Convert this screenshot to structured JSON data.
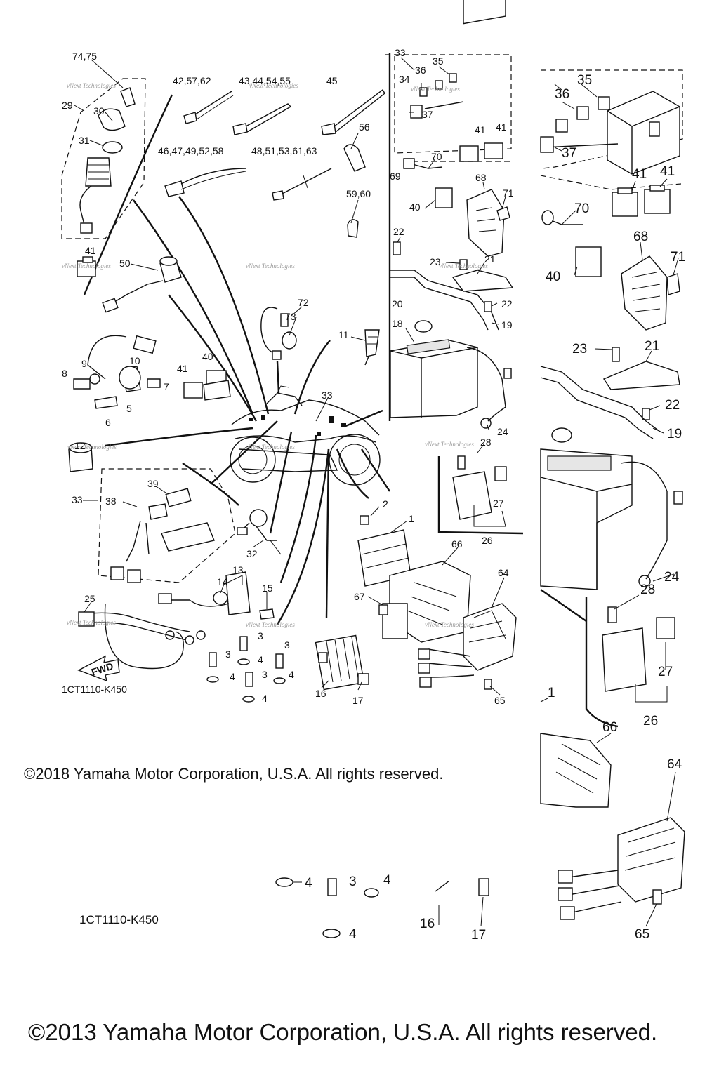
{
  "diagram": {
    "drawing_code": "1CT1110-K450",
    "fwd_label": "FWD",
    "watermark": "vNext Technologies",
    "copyright_2018": "©2018 Yamaha Motor Corporation, U.S.A. All rights reserved.",
    "copyright_2013": "©2013 Yamaha Motor Corporation, U.S.A. All rights reserved.",
    "labels": {
      "l7475": "74,75",
      "l29": "29",
      "l30": "30",
      "l31": "31",
      "l41a": "41",
      "l50": "50",
      "l42": "42,57,62",
      "l43": "43,44,54,55",
      "l45": "45",
      "l46": "46,47,49,52,58",
      "l48": "48,51,53,61,63",
      "l56": "56",
      "l5960": "59,60",
      "l33a": "33",
      "l34": "34",
      "l35a": "35",
      "l36a": "36",
      "l37a": "37",
      "l41b": "41",
      "l41c": "41",
      "l70a": "70",
      "l69": "69",
      "l68a": "68",
      "l40a": "40",
      "l71a": "71",
      "l22a": "22",
      "l23a": "23",
      "l21a": "21",
      "l22b": "22",
      "l20": "20",
      "l19a": "19",
      "l18": "18",
      "l72": "72",
      "l73": "73",
      "l11": "11",
      "l10": "10",
      "l9": "9",
      "l8": "8",
      "l7": "7",
      "l5": "5",
      "l6": "6",
      "l41d": "41",
      "l40b": "40",
      "l33b": "33",
      "l12": "12",
      "l24a": "24",
      "l28a": "28",
      "l27a": "27",
      "l26a": "26",
      "l33c": "33",
      "l38": "38",
      "l39": "39",
      "l32": "32",
      "l2": "2",
      "l1": "1",
      "l66a": "66",
      "l64a": "64",
      "l13": "13",
      "l14": "14",
      "l15": "15",
      "l67": "67",
      "l25": "25",
      "l3a": "3",
      "l3b": "3",
      "l3c": "3",
      "l3d": "3",
      "l4a": "4",
      "l4b": "4",
      "l4c": "4",
      "l4d": "4",
      "l16a": "16",
      "l17a": "17",
      "l65a": "65",
      "r35": "35",
      "r36": "36",
      "r37": "37",
      "r41a": "41",
      "r41b": "41",
      "r70": "70",
      "r68": "68",
      "r40": "40",
      "r71": "71",
      "r23": "23",
      "r21": "21",
      "r22": "22",
      "r19": "19",
      "r24": "24",
      "r28": "28",
      "r27": "27",
      "r26": "26",
      "r1": "1",
      "r66": "66",
      "r64": "64",
      "r65": "65",
      "b4a": "4",
      "b3": "3",
      "b4b": "4",
      "b4c": "4",
      "b16": "16",
      "b17": "17"
    }
  }
}
